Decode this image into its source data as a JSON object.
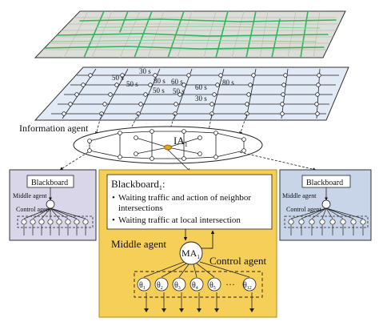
{
  "map_layer": {
    "speed_labels": [
      "30 s",
      "50 s",
      "80 s",
      "50 s",
      "60 s",
      "80 s",
      "30 s",
      "60 s",
      "50 s",
      "50 s"
    ]
  },
  "information_agent": {
    "label": "Information agent",
    "ia_label": "IA",
    "ia_subscript": "1"
  },
  "left_panel": {
    "blackboard": "Blackboard",
    "middle_agent": "Middle agent",
    "control_agent": "Control agent"
  },
  "right_panel": {
    "blackboard": "Blackboard",
    "middle_agent": "Middle agent",
    "control_agent": "Control agent"
  },
  "center_panel": {
    "blackboard_title": "Blackboard",
    "blackboard_subscript": "1",
    "blackboard_colon": ":",
    "bullet_1_line1": "Waiting traffic and action of neighbor",
    "bullet_1_line2": "intersections",
    "bullet_2": "Waiting traffic at local intersection",
    "middle_agent": "Middle agent",
    "control_agent": "Control agent",
    "ma_label": "MA",
    "ma_subscript": "1",
    "theta_symbol": "θ",
    "theta_subscripts": [
      "1",
      "2",
      "3",
      "4",
      "5",
      "12"
    ],
    "ellipsis": "···"
  },
  "colors": {
    "map_bg": "#dfe3dc",
    "grid_bg": "#e4ecf6",
    "side_panel_left": "#d9d6e8",
    "side_panel_right": "#c9d6e8",
    "center_panel": "#f7cf55",
    "center_border": "#c79a10",
    "road_green": "#35b35a"
  }
}
